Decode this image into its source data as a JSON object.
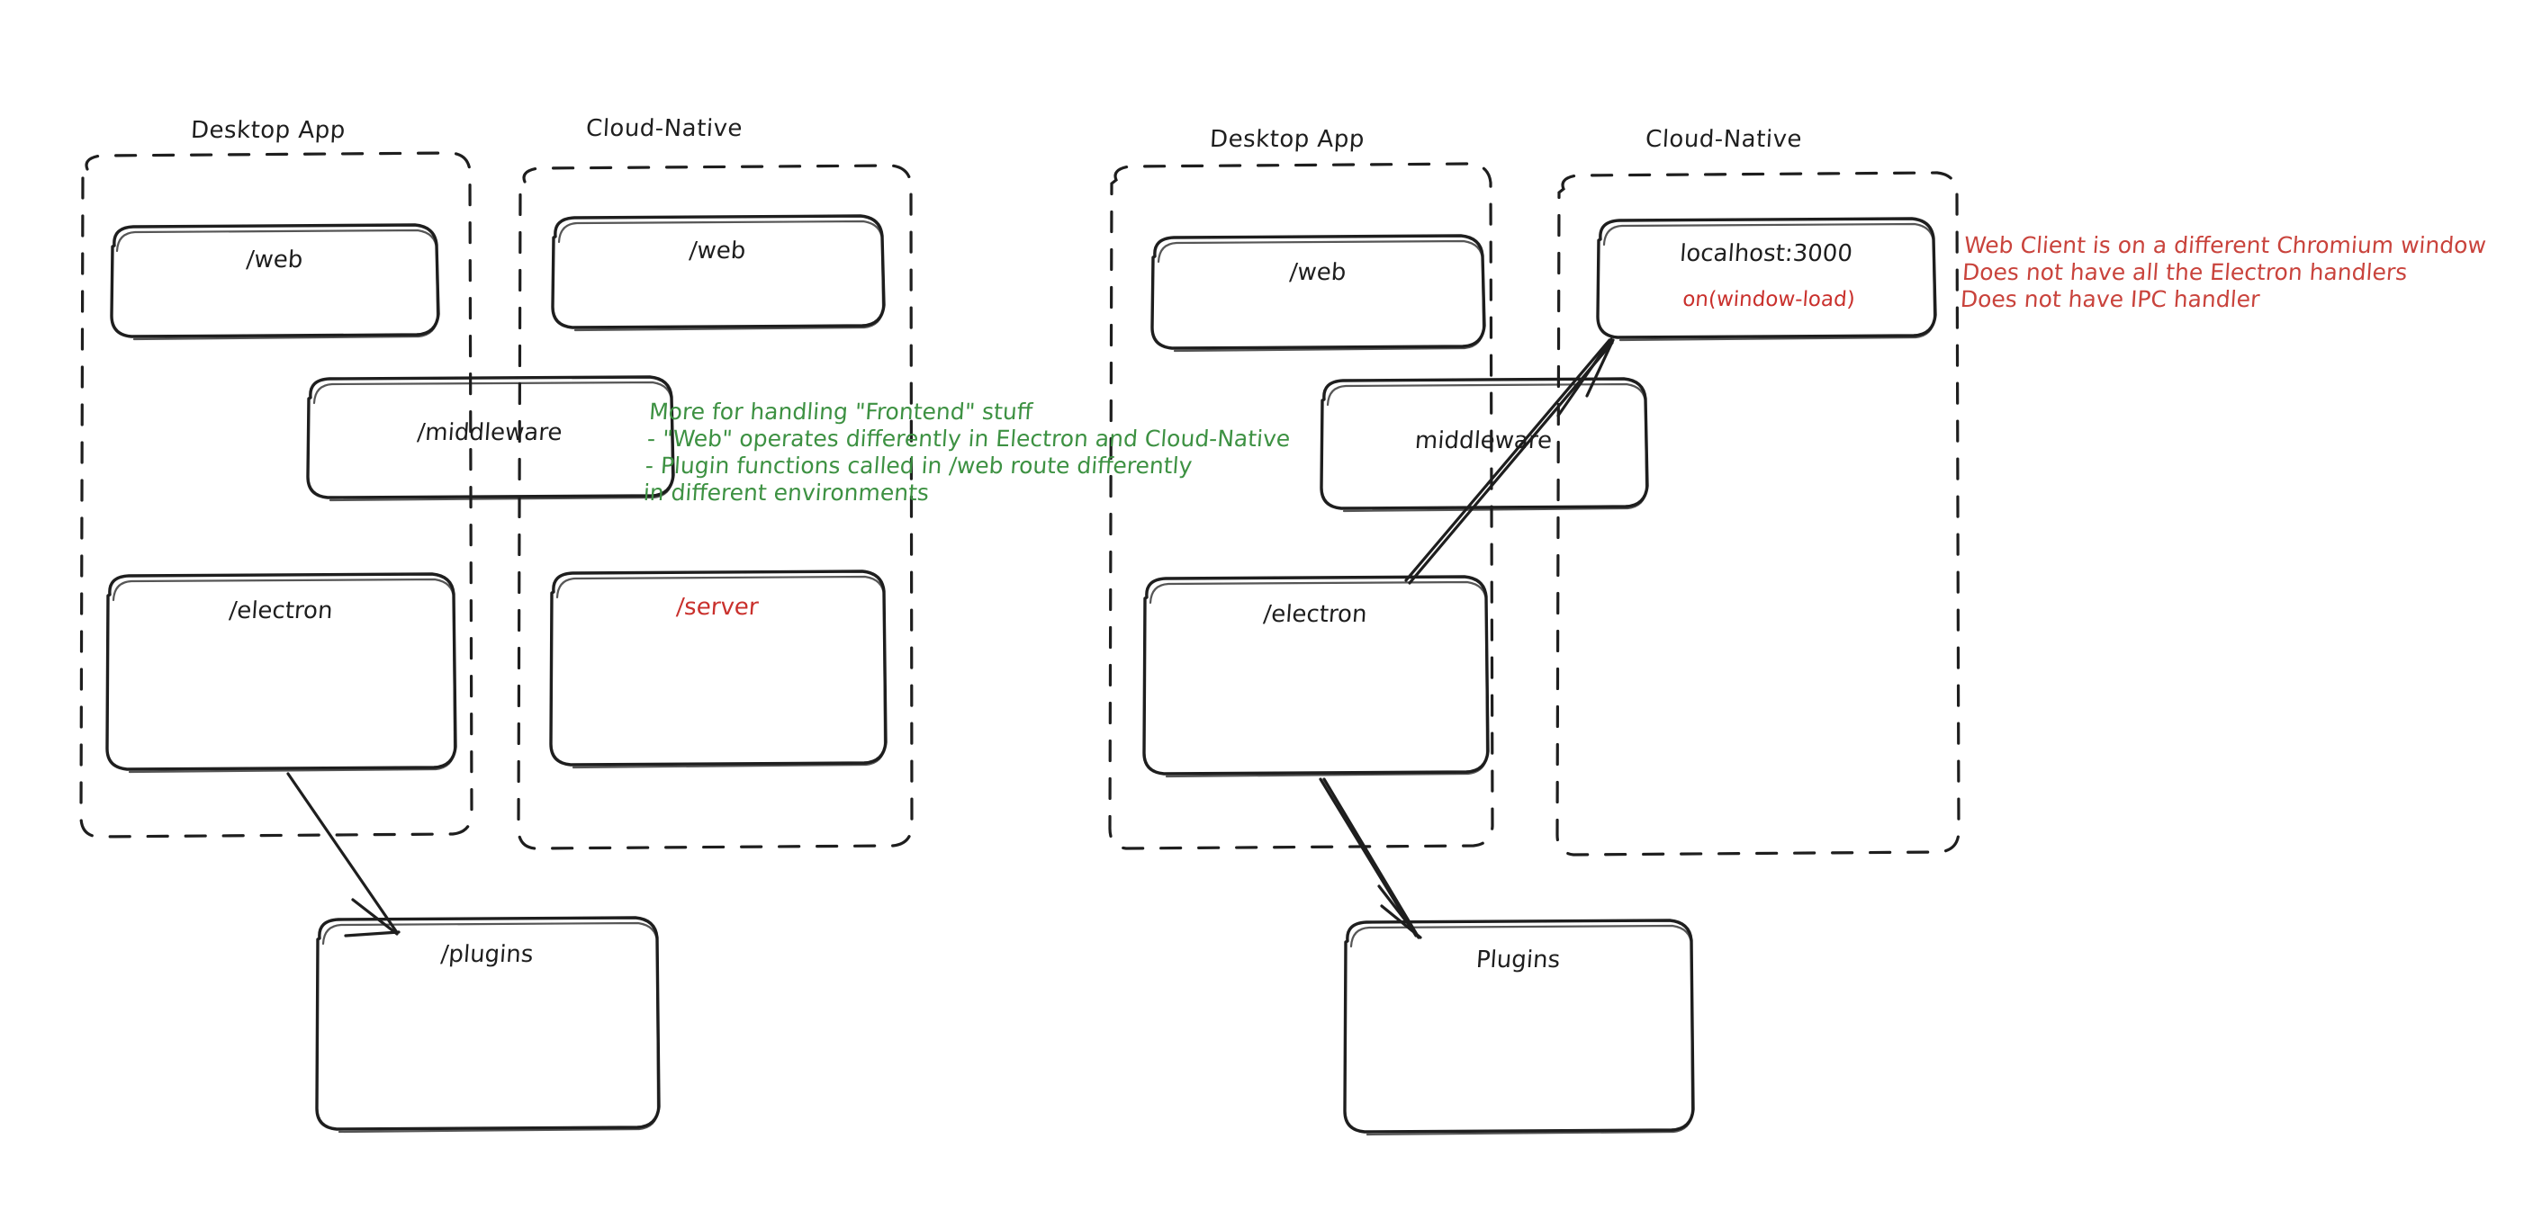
{
  "diagram": {
    "title_left_group_1": "Desktop App",
    "title_left_group_2": "Cloud-Native",
    "title_right_group_1": "Desktop App",
    "title_right_group_2": "Cloud-Native",
    "colors": {
      "stroke": "#1e1e1e",
      "green": "#3d9142",
      "red": "#c9433c",
      "background": "#ffffff"
    }
  },
  "left_diagram": {
    "groups": [
      {
        "label": "Desktop App"
      },
      {
        "label": "Cloud-Native"
      }
    ],
    "nodes": {
      "desktop_web": "/web",
      "cloud_web": "/web",
      "middleware": "/middleware",
      "electron": "/electron",
      "server": "/server",
      "plugins": "/plugins"
    }
  },
  "right_diagram": {
    "groups": [
      {
        "label": "Desktop App"
      },
      {
        "label": "Cloud-Native"
      }
    ],
    "nodes": {
      "desktop_web": "/web",
      "localhost": "localhost:3000",
      "localhost_sub": "on(window-load)",
      "middleware": "middleware",
      "electron": "/electron",
      "plugins": "Plugins"
    }
  },
  "annotations": {
    "green_note": "More for handling \"Frontend\" stuff\n- \"Web\" operates differently in Electron and Cloud-Native\n- Plugin functions called in /web route differently\nin different environments",
    "red_note": "Web Client is on a different Chromium window\nDoes not have all the Electron handlers\nDoes not have IPC handler"
  }
}
